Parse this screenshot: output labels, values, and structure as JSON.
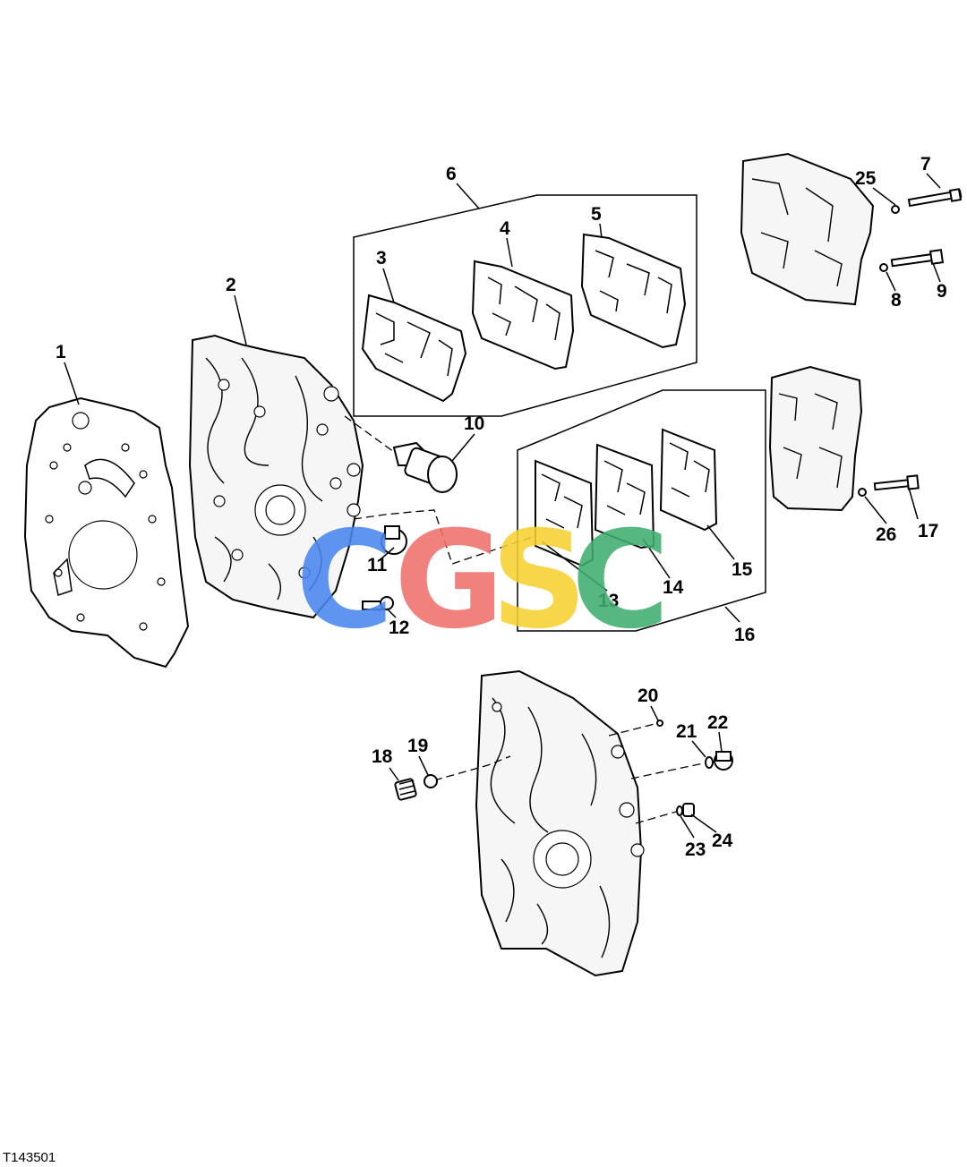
{
  "figure_id": "T143501",
  "watermark": {
    "letters": [
      "C",
      "G",
      "S",
      "C"
    ],
    "colors": [
      "#4a86f0",
      "#f0706a",
      "#f7d230",
      "#3fae6f"
    ]
  },
  "callouts": [
    "1",
    "2",
    "3",
    "4",
    "5",
    "6",
    "7",
    "8",
    "9",
    "10",
    "11",
    "12",
    "13",
    "14",
    "15",
    "16",
    "17",
    "18",
    "19",
    "20",
    "21",
    "22",
    "23",
    "24",
    "25",
    "26"
  ]
}
